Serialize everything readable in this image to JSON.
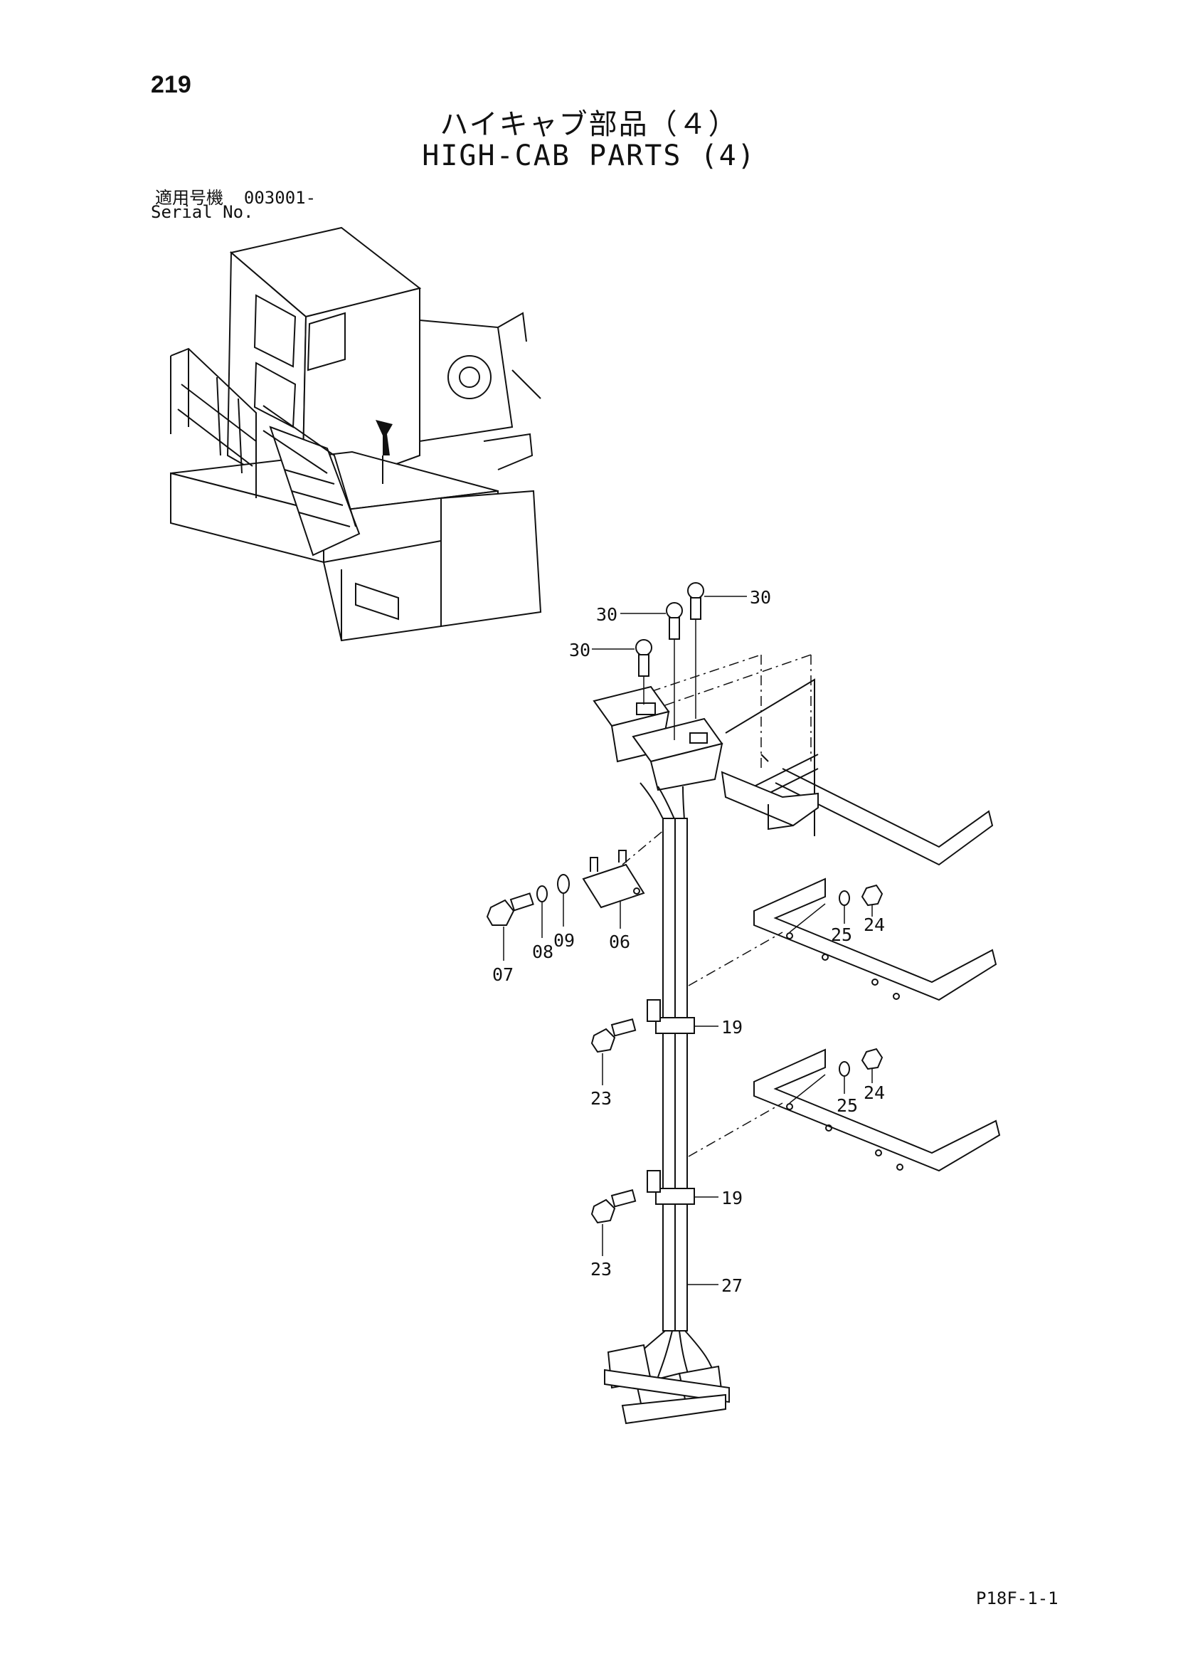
{
  "page_number": "219",
  "title_jp": "ハイキャブ部品（４）",
  "title_en": "HIGH-CAB PARTS (4)",
  "serial_label_jp": "適用号機",
  "serial_value": "003001-",
  "serial_label_en": "Serial No.",
  "page_code": "P18F-1-1",
  "callouts": [
    {
      "id": "30",
      "name": "callout-30-a"
    },
    {
      "id": "30",
      "name": "callout-30-b"
    },
    {
      "id": "30",
      "name": "callout-30-c"
    },
    {
      "id": "06",
      "name": "callout-06"
    },
    {
      "id": "07",
      "name": "callout-07"
    },
    {
      "id": "08",
      "name": "callout-08"
    },
    {
      "id": "09",
      "name": "callout-09"
    },
    {
      "id": "19",
      "name": "callout-19-a"
    },
    {
      "id": "19",
      "name": "callout-19-b"
    },
    {
      "id": "23",
      "name": "callout-23-a"
    },
    {
      "id": "23",
      "name": "callout-23-b"
    },
    {
      "id": "24",
      "name": "callout-24-a"
    },
    {
      "id": "24",
      "name": "callout-24-b"
    },
    {
      "id": "25",
      "name": "callout-25-a"
    },
    {
      "id": "25",
      "name": "callout-25-b"
    },
    {
      "id": "27",
      "name": "callout-27"
    }
  ]
}
